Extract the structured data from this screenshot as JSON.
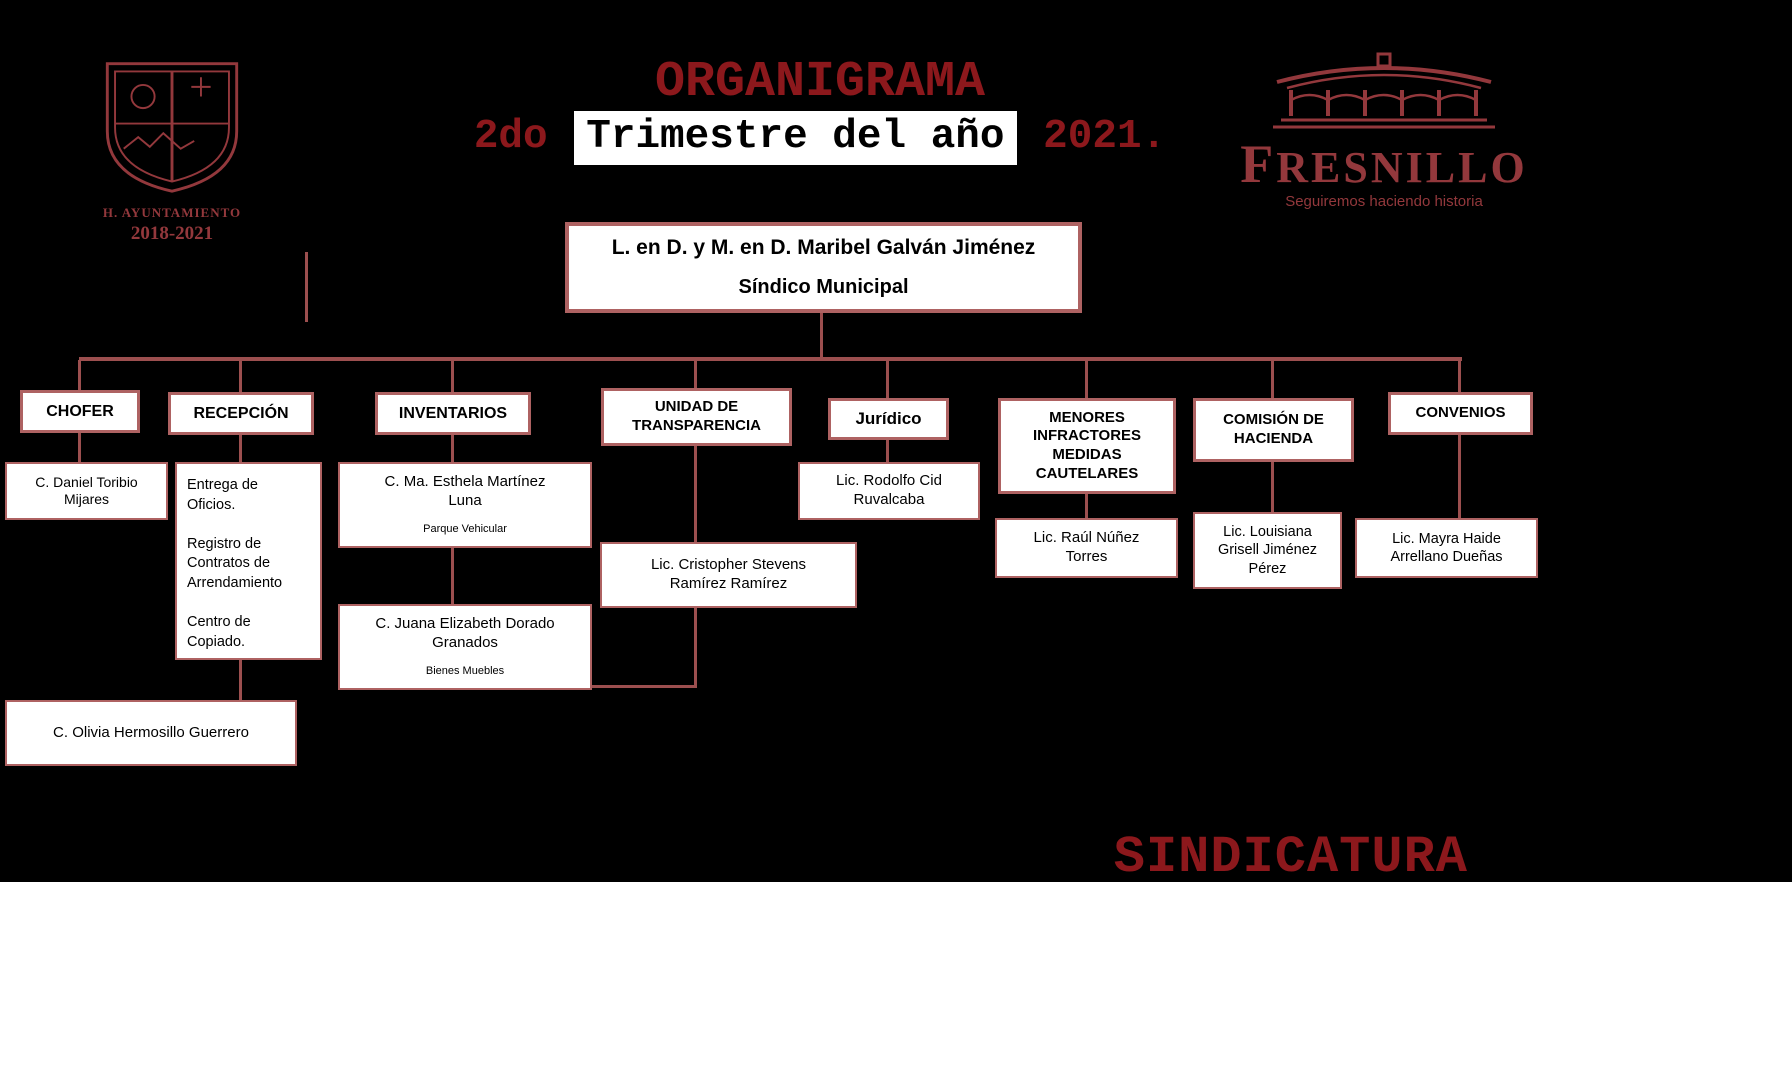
{
  "colors": {
    "background": "#000000",
    "title_red": "#8C181C",
    "logo_red": "#93383C",
    "connector_red": "#9C4F4F",
    "box_border": "#AE6262",
    "box_background": "#FFFFFF"
  },
  "header": {
    "title": "ORGANIGRAMA",
    "subtitle": {
      "prefix": "2do",
      "highlight": "Trimestre del año",
      "suffix": "2021."
    },
    "crest": {
      "caption": "H. AYUNTAMIENTO",
      "years": "2018-2021"
    },
    "fresnillo_logo": {
      "name": "FRESNILLO",
      "tagline": "Seguiremos haciendo historia"
    }
  },
  "root_node": {
    "name": "L. en D. y M. en D. Maribel Galván Jiménez",
    "role": "Síndico Municipal"
  },
  "departments": [
    {
      "title": "CHOFER",
      "staff": "C. Daniel Toribio\nMijares"
    },
    {
      "title": "RECEPCIÓN",
      "duties": "Entrega de\nOficios.\n\nRegistro de\nContratos de\nArrendamiento\n\nCentro de\nCopiado.",
      "staff": "C. Olivia Hermosillo Guerrero"
    },
    {
      "title": "INVENTARIOS",
      "staff": "C. Ma. Esthela Martínez\nLuna",
      "staff_area": "Parque Vehicular",
      "staff2": "C. Juana Elizabeth Dorado\nGranados",
      "staff2_area": "Bienes Muebles"
    },
    {
      "title": "UNIDAD DE\nTRANSPARENCIA",
      "staff": "Lic.  Cristopher Stevens\nRamírez Ramírez"
    },
    {
      "title": "Jurídico",
      "staff": "Lic. Rodolfo Cid\nRuvalcaba"
    },
    {
      "title": "MENORES\nINFRACTORES\nMEDIDAS\nCAUTELARES",
      "staff": "Lic. Raúl Núñez\nTorres"
    },
    {
      "title": "COMISIÓN DE\nHACIENDA",
      "staff": "Lic. Louisiana\nGrisell Jiménez\nPérez"
    },
    {
      "title": "CONVENIOS",
      "staff": "Lic. Mayra Haide\nArrellano Dueñas"
    }
  ],
  "footer": {
    "label": "SINDICATURA"
  }
}
